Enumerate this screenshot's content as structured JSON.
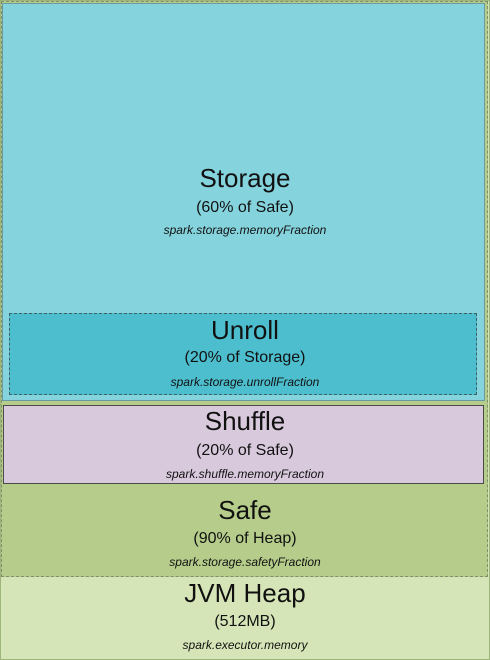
{
  "regions": {
    "storage": {
      "title": "Storage",
      "fraction": "(60% of Safe)",
      "property": "spark.storage.memoryFraction",
      "color": "#85d3dd"
    },
    "unroll": {
      "title": "Unroll",
      "fraction": "(20% of Storage)",
      "property": "spark.storage.unrollFraction",
      "color": "#4dbece"
    },
    "shuffle": {
      "title": "Shuffle",
      "fraction": "(20% of Safe)",
      "property": "spark.shuffle.memoryFraction",
      "color": "#d8c9dc"
    },
    "safe": {
      "title": "Safe",
      "fraction": "(90% of Heap)",
      "property": "spark.storage.safetyFraction",
      "color": "#b5cc8a"
    },
    "heap": {
      "title": "JVM Heap",
      "fraction": "(512MB)",
      "property": "spark.executor.memory",
      "color": "#d6e5b7"
    }
  }
}
